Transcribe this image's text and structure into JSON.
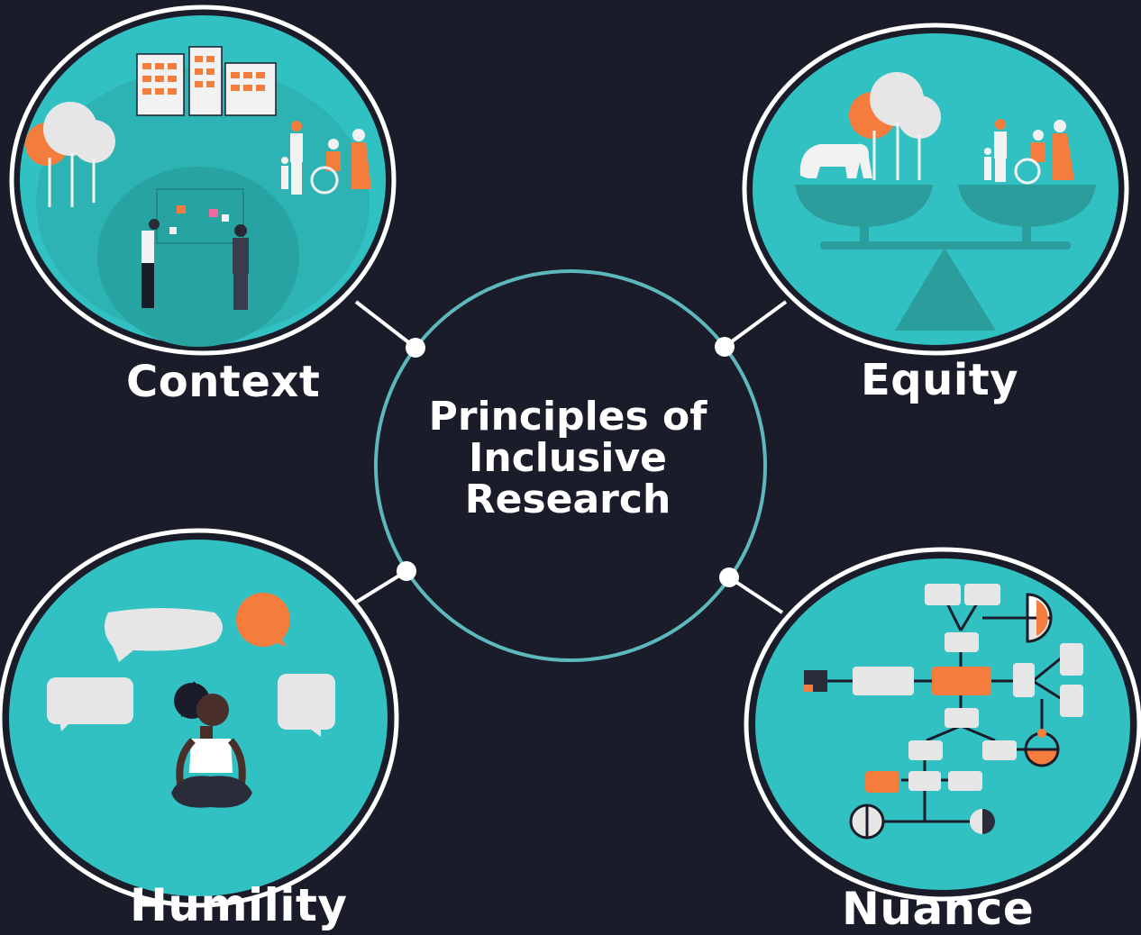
{
  "center": {
    "lines": [
      "Principles of",
      "Inclusive",
      "Research"
    ]
  },
  "principles": [
    {
      "label": "Context"
    },
    {
      "label": "Equity"
    },
    {
      "label": "Humility"
    },
    {
      "label": "Nuance"
    }
  ],
  "colors": {
    "background": "#1a1c29",
    "teal": "#32c1c3",
    "dark_teal": "#2a9d9c",
    "orange": "#f47c3c",
    "light_gray": "#e6e6e6",
    "outline": "#ffffff",
    "center_ring": "#5cb8bd"
  }
}
